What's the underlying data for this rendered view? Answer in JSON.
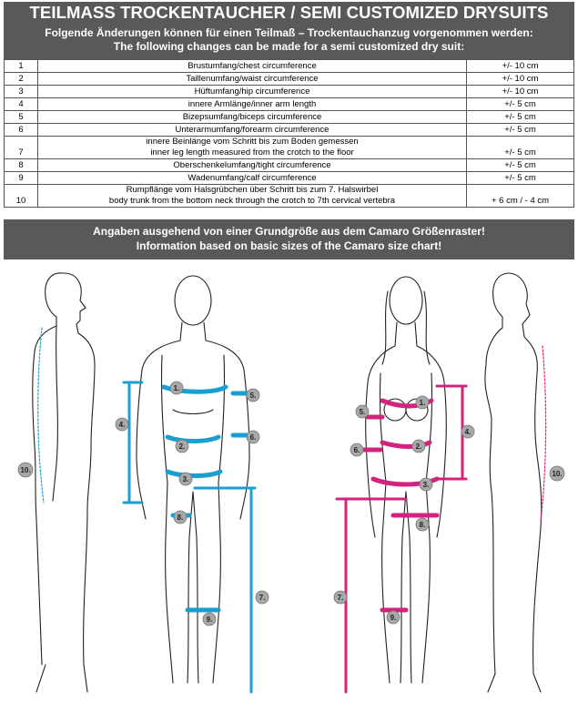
{
  "title": "TEILMASS TROCKENTAUCHER / SEMI CUSTOMIZED DRYSUITS",
  "subtitle_de": "Folgende Änderungen können für einen Teilmaß – Trockentauchanzug vorgenommen werden:",
  "subtitle_en": "The following changes can be made for a semi customized dry suit:",
  "rows": [
    {
      "num": "1",
      "lines": [
        "Brustumfang/chest circumference"
      ],
      "tol": "+/- 10 cm"
    },
    {
      "num": "2",
      "lines": [
        "Taillenumfang/waist circumference"
      ],
      "tol": "+/- 10 cm"
    },
    {
      "num": "3",
      "lines": [
        "Hüftumfang/hip circumference"
      ],
      "tol": "+/- 10 cm"
    },
    {
      "num": "4",
      "lines": [
        "innere Armlänge/inner arm length"
      ],
      "tol": "+/-  5 cm"
    },
    {
      "num": "5",
      "lines": [
        "Bizepsumfang/biceps circumference"
      ],
      "tol": "+/-  5 cm"
    },
    {
      "num": "6",
      "lines": [
        "Unterarmumfang/forearm circumference"
      ],
      "tol": "+/-  5 cm"
    },
    {
      "num": "7",
      "lines": [
        "innere Beinlänge vom Schritt bis zum Boden gemessen",
        "inner leg length measured from the crotch to the floor"
      ],
      "tol": "+/-  5 cm"
    },
    {
      "num": "8",
      "lines": [
        "Oberschenkelumfang/tight circumference"
      ],
      "tol": "+/-  5 cm"
    },
    {
      "num": "9",
      "lines": [
        "Wadenumfang/calf circumference"
      ],
      "tol": "+/-  5 cm"
    },
    {
      "num": "10",
      "lines": [
        "Rumpflänge vom Halsgrübchen über Schritt bis zum 7. Halswirbel",
        "body trunk from the bottom neck through the crotch to 7th cervical vertebra"
      ],
      "tol": "+ 6 cm / - 4 cm"
    }
  ],
  "footer_de": "Angaben ausgehend von einer Grundgröße aus dem Camaro Größenraster!",
  "footer_en": "Information based on basic sizes of the Camaro size chart!",
  "figures": {
    "male_color": "#1a9fd0",
    "female_color": "#d4237e",
    "badges": [
      "1.",
      "2.",
      "3.",
      "4.",
      "5.",
      "6.",
      "7.",
      "8.",
      "9.",
      "10."
    ]
  }
}
